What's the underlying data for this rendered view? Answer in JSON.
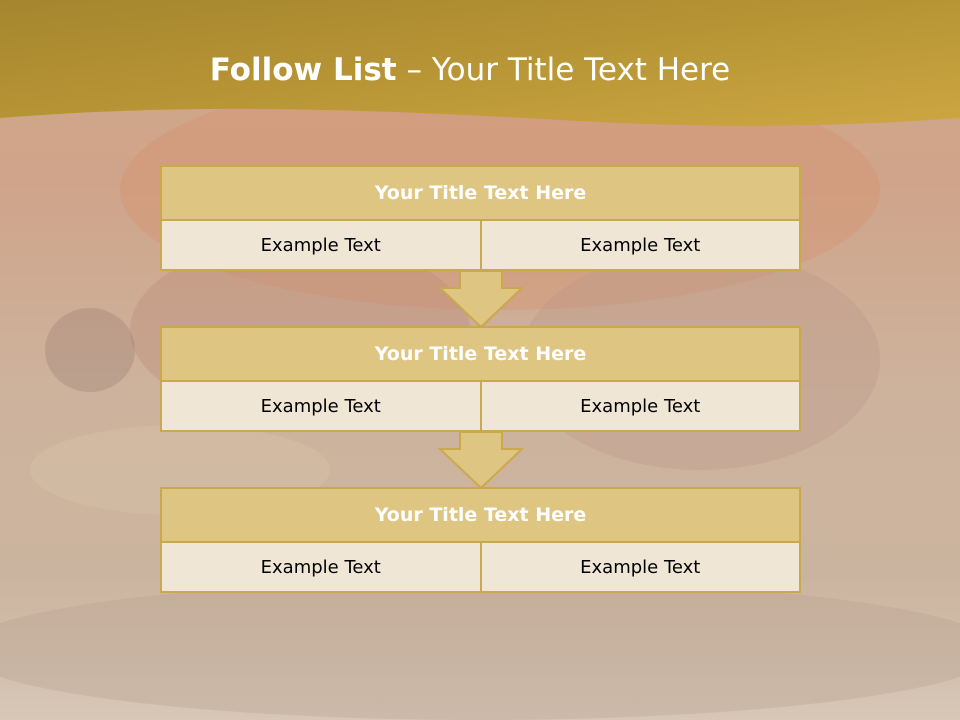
{
  "slide": {
    "title_lead": "Follow List",
    "title_rest": "  – Your Title Text Here"
  },
  "blocks": [
    {
      "title": "Your Title Text Here",
      "left": "Example Text",
      "right": "Example Text"
    },
    {
      "title": "Your Title Text Here",
      "left": "Example Text",
      "right": "Example Text"
    },
    {
      "title": "Your Title Text Here",
      "left": "Example Text",
      "right": "Example Text"
    }
  ],
  "colors": {
    "header_gold": "#c9a440",
    "block_title_fill": "#dfc582",
    "cell_fill": "#f0e6d6",
    "border_gold": "#c9a84e"
  }
}
